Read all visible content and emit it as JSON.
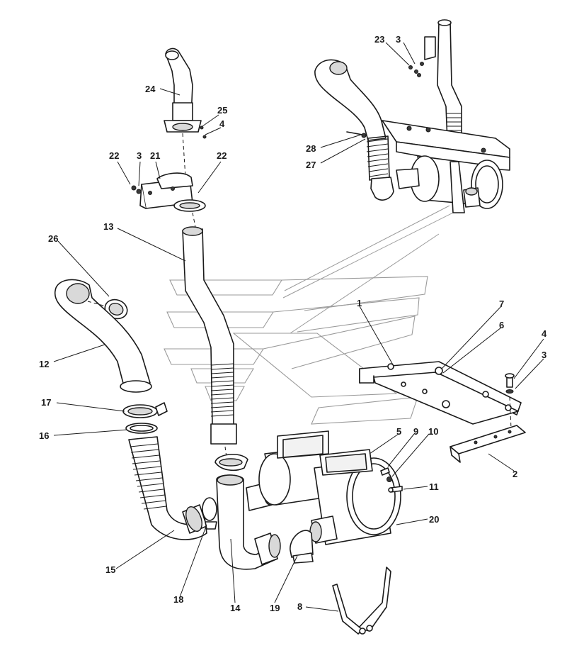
{
  "diagram": {
    "callouts": [
      "1",
      "2",
      "3",
      "4",
      "5",
      "6",
      "7",
      "8",
      "9",
      "10",
      "11",
      "12",
      "13",
      "14",
      "15",
      "16",
      "17",
      "18",
      "19",
      "20",
      "21",
      "22",
      "23",
      "24",
      "25",
      "26",
      "27",
      "28"
    ]
  },
  "labels": {
    "c23": "23",
    "c3a": "3",
    "c24": "24",
    "c25": "25",
    "c4a": "4",
    "c22a": "22",
    "c3b": "3",
    "c21": "21",
    "c22b": "22",
    "c28": "28",
    "c27": "27",
    "c13": "13",
    "c26": "26",
    "c12": "12",
    "c1": "1",
    "c7": "7",
    "c6": "6",
    "c4b": "4",
    "c3c": "3",
    "c2": "2",
    "c17": "17",
    "c16": "16",
    "c5": "5",
    "c9": "9",
    "c10": "10",
    "c11": "11",
    "c20": "20",
    "c15": "15",
    "c18": "18",
    "c14": "14",
    "c19": "19",
    "c8": "8"
  }
}
